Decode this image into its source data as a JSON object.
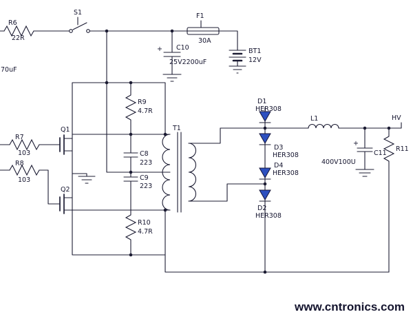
{
  "colors": {
    "line": "#1b1b32",
    "diode": "#2d50c0",
    "watermark": "#9dc73e"
  },
  "watermark": "www.cntronics.com",
  "components": {
    "r6": {
      "ref": "R6",
      "value": "22R"
    },
    "s1": {
      "ref": "S1"
    },
    "f1": {
      "ref": "F1",
      "value": "30A"
    },
    "c10": {
      "ref": "C10",
      "value": "25V2200uF",
      "polarity": "+"
    },
    "bt1": {
      "ref": "BT1",
      "value": "12V"
    },
    "c_left_partial": {
      "value": "70uF"
    },
    "r7": {
      "ref": "R7",
      "value": "103"
    },
    "r8": {
      "ref": "R8",
      "value": "103"
    },
    "q1": {
      "ref": "Q1"
    },
    "q2": {
      "ref": "Q2"
    },
    "r9": {
      "ref": "R9",
      "value": "4.7R"
    },
    "c8": {
      "ref": "C8",
      "value": "223"
    },
    "c9": {
      "ref": "C9",
      "value": "223"
    },
    "r10": {
      "ref": "R10",
      "value": "4.7R"
    },
    "t1": {
      "ref": "T1"
    },
    "d1": {
      "ref": "D1",
      "value": "HER308"
    },
    "d3": {
      "ref": "D3",
      "value": "HER308"
    },
    "d4": {
      "ref": "D4",
      "value": "HER308"
    },
    "d2": {
      "ref": "D2",
      "value": "HER308"
    },
    "l1": {
      "ref": "L1"
    },
    "c11": {
      "ref": "C11",
      "value": "400V100U",
      "polarity": "+"
    },
    "r11": {
      "ref": "R11"
    },
    "hv": {
      "label": "HV"
    }
  }
}
